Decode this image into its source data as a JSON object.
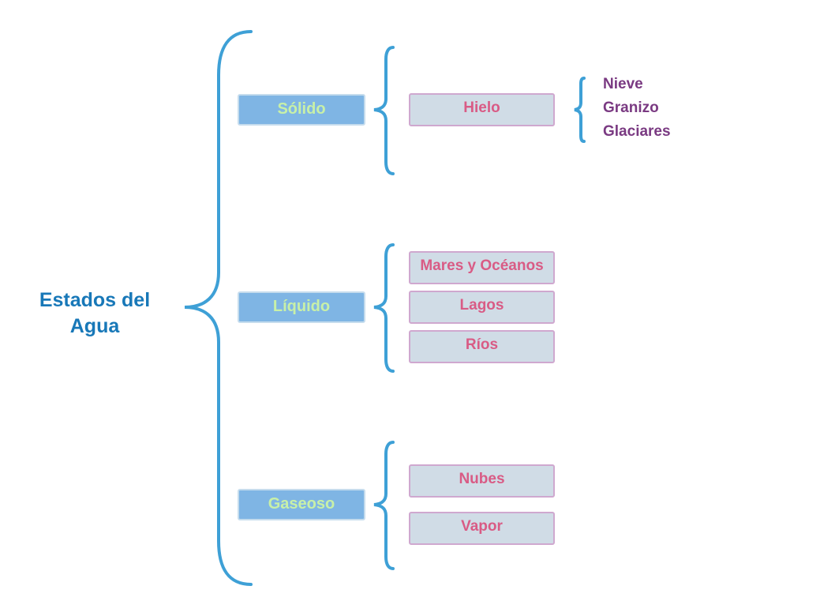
{
  "root": "Estados del Agua",
  "colors": {
    "brace": "#3ea0d6",
    "state_fill": "#7fb5e4",
    "state_text": "#c8f0a8",
    "item_fill": "#d0dce6",
    "item_border": "#cfa8cf",
    "item_text": "#d95b85",
    "sub_text": "#7a3a82",
    "root_text": "#1878b8"
  },
  "states": [
    {
      "label": "Sólido",
      "items": [
        "Hielo"
      ]
    },
    {
      "label": "Líquido",
      "items": [
        "Mares y Océanos",
        "Lagos",
        "Ríos"
      ]
    },
    {
      "label": "Gaseoso",
      "items": [
        "Nubes",
        "Vapor"
      ]
    }
  ],
  "hielo_types": [
    "Nieve",
    "Granizo",
    "Glaciares"
  ]
}
